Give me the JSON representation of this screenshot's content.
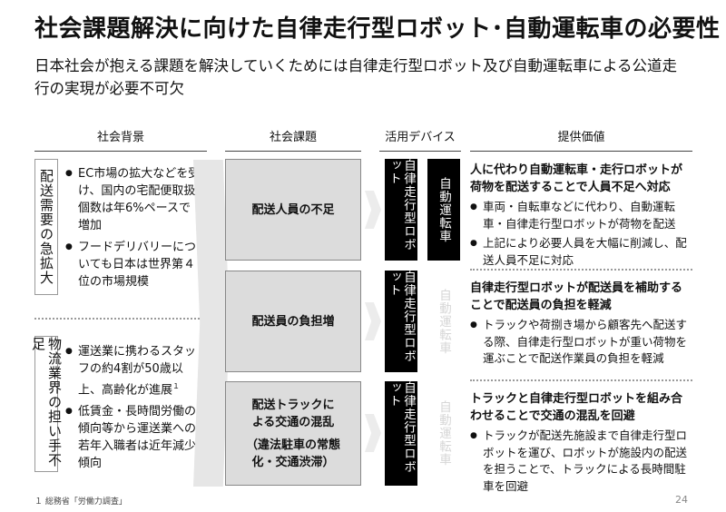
{
  "header": {
    "title": "社会課題解決に向けた自律走行型ロボット･自動運転車の必要性",
    "subtitle": "日本社会が抱える課題を解決していくためには自律走行型ロボット及び自動運転車による公道走行の実現が必要不可欠"
  },
  "columns": {
    "background": "社会背景",
    "issues": "社会課題",
    "devices": "活用デバイス",
    "value": "提供価値"
  },
  "background": [
    {
      "label": "配送需要の急拡大",
      "bullets": [
        "EC市場の拡大などを受け、国内の宅配便取扱個数は年6%ペースで増加",
        "フードデリバリーについても日本は世界第４位の市場規模"
      ]
    },
    {
      "label": "物流業界の担い手不足",
      "bullets": [
        "運送業に携わるスタッフの約4割が50歳以上、高齢化が進展",
        "低賃金・長時間労働の傾向等から運送業への若年入職者は近年減少傾向"
      ],
      "footnote_mark": "１"
    }
  ],
  "issues": [
    {
      "label": "配送人員の不足",
      "sub": ""
    },
    {
      "label": "配送員の負担増",
      "sub": ""
    },
    {
      "label": "配送トラックによる交通の混乱",
      "sub": "（違法駐車の常態化・交通渋滞）"
    }
  ],
  "devices": {
    "robot": "自律走行型ロボット",
    "car": "自動運転車"
  },
  "values": [
    {
      "heading": "人に代わり自動運転車・走行ロボットが荷物を配送することで人員不足へ対応",
      "bullets": [
        "車両・自転車などに代わり、自動運転車・自律走行型ロボットが荷物を配送",
        "上記により必要人員を大幅に削減し、配送人員不足に対応"
      ]
    },
    {
      "heading": "自律走行型ロボットが配送員を補助することで配送員の負担を軽減",
      "bullets": [
        "トラックや荷捌き場から顧客先へ配送する際、自律走行型ロボットが重い荷物を運ぶことで配送作業員の負担を軽減"
      ]
    },
    {
      "heading": "トラックと自律走行型ロボットを組み合わせることで交通の混乱を回避",
      "bullets": [
        "トラックが配送先施設まで自律走行型ロボットを運び、ロボットが施設内の配送を担うことで、トラックによる長時間駐車を回避"
      ]
    }
  ],
  "footer": {
    "footnote": "１ 総務省「労働力調査」",
    "page": "24"
  }
}
